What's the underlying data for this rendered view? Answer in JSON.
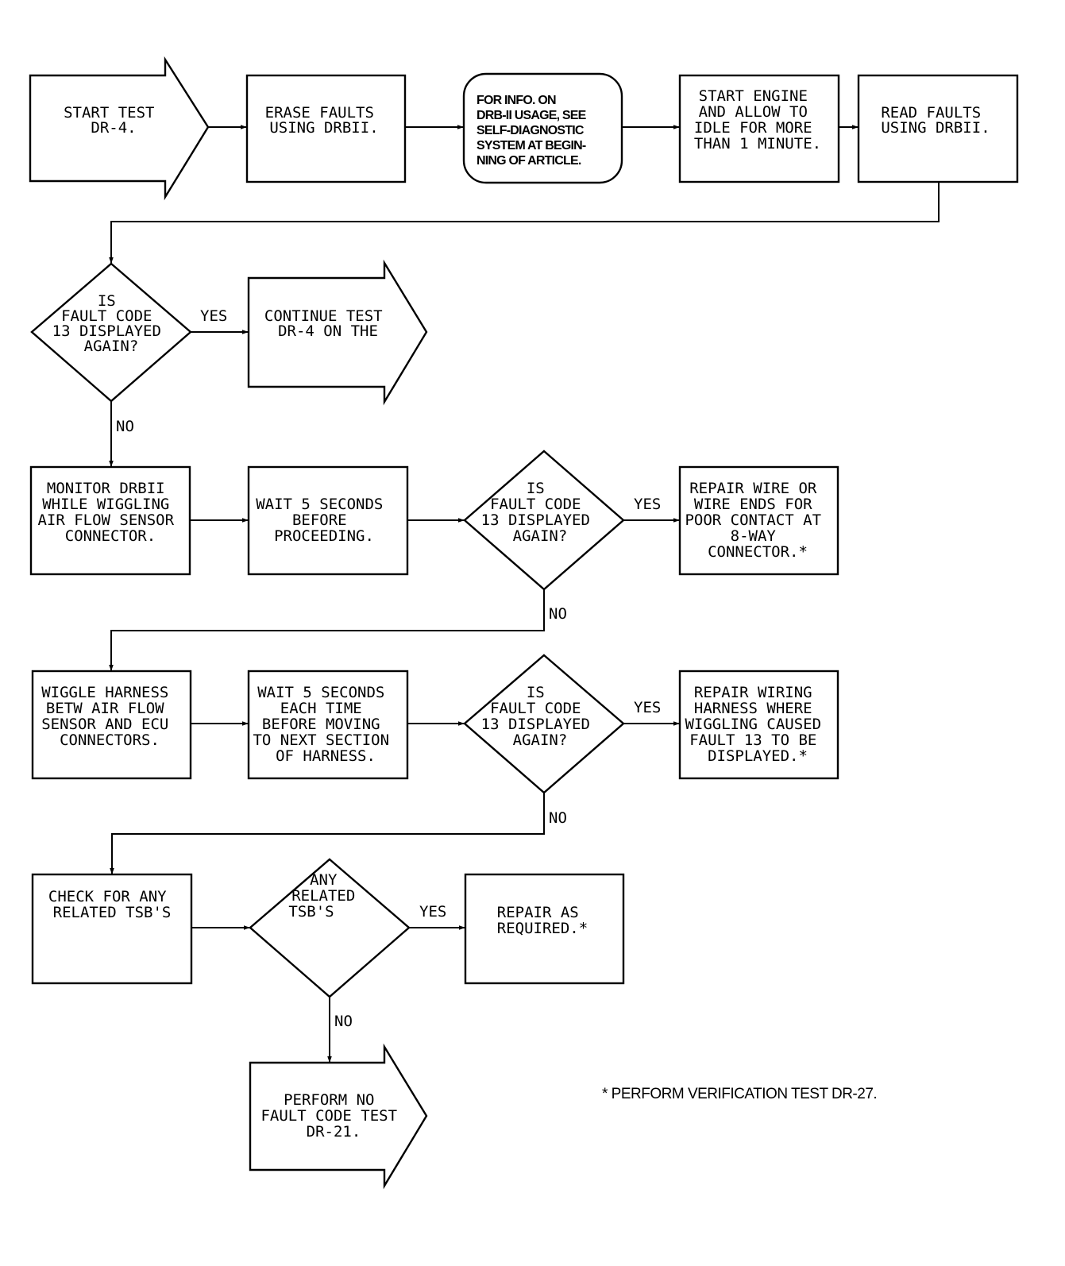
{
  "nodes": {
    "start": [
      "START TEST",
      "DR-4."
    ],
    "erase": [
      "ERASE FAULTS",
      "USING DRBII."
    ],
    "info": [
      "FOR INFO. ON",
      "DRB-II USAGE, SEE",
      "SELF-DIAGNOSTIC",
      "SYSTEM AT BEGIN-",
      "NING OF ARTICLE."
    ],
    "start_engine": [
      "START ENGINE",
      "AND ALLOW TO",
      "IDLE FOR MORE",
      "THAN 1 MINUTE."
    ],
    "read_faults": [
      "READ FAULTS",
      "USING DRBII."
    ],
    "q1": [
      "IS",
      "FAULT CODE",
      "13 DISPLAYED",
      "AGAIN?"
    ],
    "continue": [
      "CONTINUE TEST",
      "DR-4 ON THE"
    ],
    "monitor": [
      "MONITOR DRBII",
      "WHILE WIGGLING",
      "AIR FLOW SENSOR",
      "CONNECTOR."
    ],
    "wait1": [
      "WAIT 5 SECONDS",
      "BEFORE",
      "PROCEEDING."
    ],
    "q2": [
      "IS",
      "FAULT CODE",
      "13 DISPLAYED",
      "AGAIN?"
    ],
    "repair_wire": [
      "REPAIR WIRE OR",
      "WIRE ENDS FOR",
      "POOR CONTACT AT",
      "8-WAY",
      "CONNECTOR.*"
    ],
    "wiggle": [
      "WIGGLE HARNESS",
      "BETW AIR FLOW",
      "SENSOR AND ECU",
      "CONNECTORS."
    ],
    "wait2": [
      "WAIT 5 SECONDS",
      "EACH TIME",
      "BEFORE MOVING",
      "TO NEXT SECTION",
      "OF HARNESS."
    ],
    "q3": [
      "IS",
      "FAULT CODE",
      "13 DISPLAYED",
      "AGAIN?"
    ],
    "repair_harness": [
      "REPAIR WIRING",
      "HARNESS WHERE",
      "WIGGLING CAUSED",
      "FAULT 13 TO BE",
      "DISPLAYED.*"
    ],
    "check_tsb": [
      "CHECK FOR ANY",
      "RELATED TSB'S"
    ],
    "q4": [
      "ANY",
      "RELATED",
      "TSB'S"
    ],
    "repair_required": [
      "REPAIR AS",
      "REQUIRED.*"
    ],
    "perform_no_fault": [
      "PERFORM NO",
      "FAULT CODE TEST",
      "DR-21."
    ]
  },
  "labels": {
    "yes": "YES",
    "no": "NO"
  },
  "footnote": "* PERFORM VERIFICATION TEST DR-27."
}
